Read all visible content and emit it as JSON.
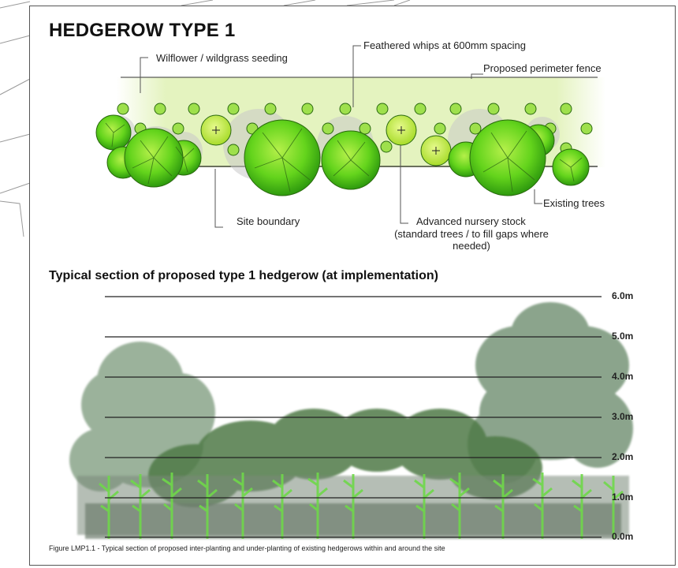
{
  "title": "HEDGEROW TYPE 1",
  "plan_labels": {
    "wildflower": "Wilflower / wildgrass seeding",
    "whips": "Feathered whips at 600mm spacing",
    "fence": "Proposed perimeter fence",
    "existing_trees": "Existing trees",
    "site_boundary": "Site boundary",
    "nursery_stock": "Advanced nursery stock",
    "nursery_note": "(standard trees / to fill gaps where needed)"
  },
  "section_title": "Typical section of proposed type 1 hedgerow (at implementation)",
  "height_labels": [
    "6.0m",
    "5.0m",
    "4.0m",
    "3.0m",
    "2.0m",
    "1.0m",
    "0.0m"
  ],
  "caption": "Figure LMP1.1 - Typical section of proposed inter-planting and under-planting of existing hedgerows within and around the site",
  "colors": {
    "tree_green": "#5fd11a",
    "whip_green": "#9ee04c",
    "seeding_band": "#e9f5c4",
    "foliage_dark": "#4e7a44",
    "foliage_light": "#7fdc5a"
  }
}
